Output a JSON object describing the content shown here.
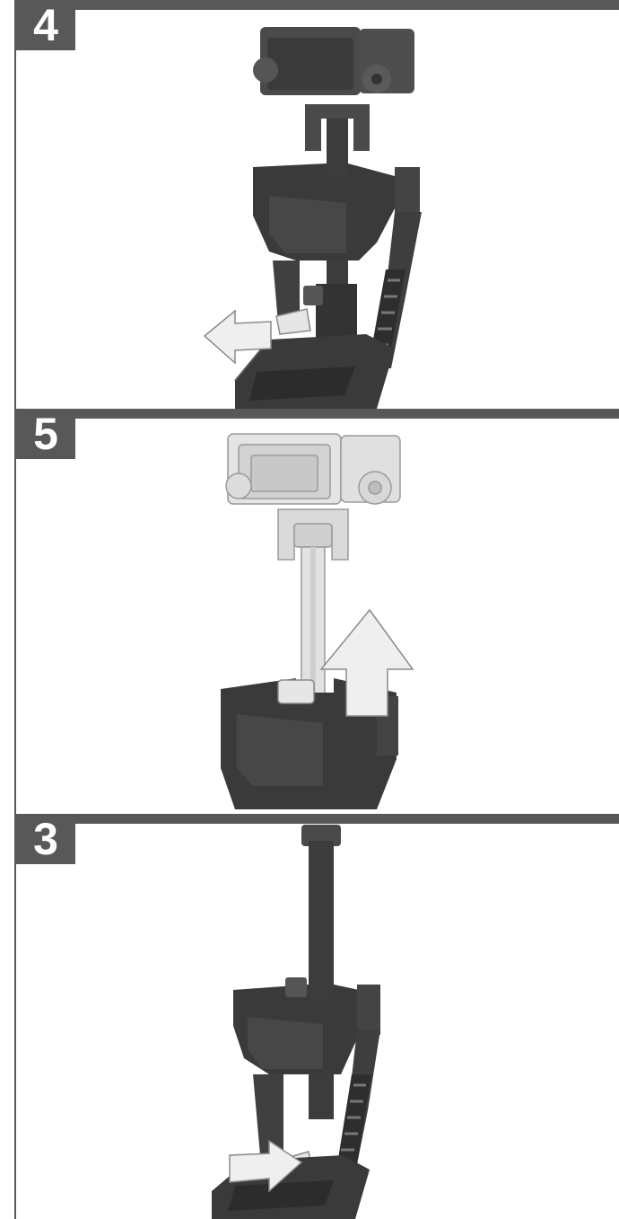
{
  "colors": {
    "frame": "#585858",
    "dark_part": "#3a3a3a",
    "mid_part": "#5a5a5a",
    "light_part": "#dedede",
    "arrow_fill": "#efefef",
    "arrow_stroke": "#8a8a8a"
  },
  "panels": [
    {
      "step": "4",
      "arrow": "arrow-left-icon"
    },
    {
      "step": "5",
      "arrow": "arrow-up-icon"
    },
    {
      "step": "3",
      "arrow": "arrow-right-icon"
    }
  ]
}
